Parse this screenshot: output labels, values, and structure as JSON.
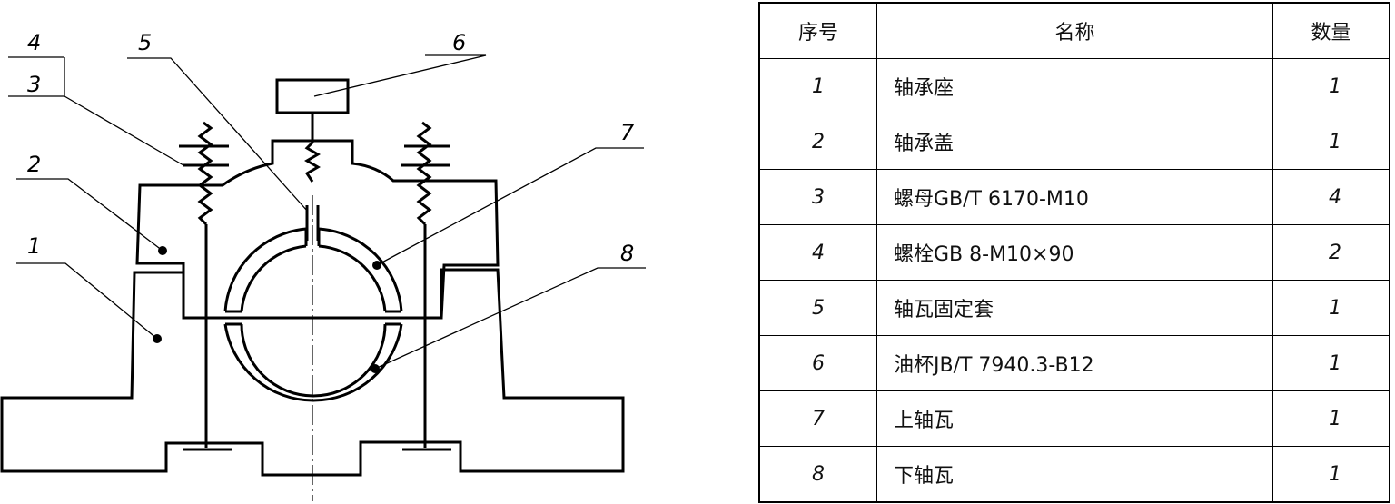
{
  "diagram": {
    "callouts": [
      "1",
      "2",
      "3",
      "4",
      "5",
      "6",
      "7",
      "8"
    ]
  },
  "table": {
    "headers": [
      "序号",
      "名称",
      "数量"
    ],
    "rows": [
      {
        "no": "1",
        "name": "轴承座",
        "qty": "1"
      },
      {
        "no": "2",
        "name": "轴承盖",
        "qty": "1"
      },
      {
        "no": "3",
        "name": "螺母GB/T 6170-M10",
        "qty": "4"
      },
      {
        "no": "4",
        "name": "螺栓GB 8-M10×90",
        "qty": "2"
      },
      {
        "no": "5",
        "name": "轴瓦固定套",
        "qty": "1"
      },
      {
        "no": "6",
        "name": "油杯JB/T 7940.3-B12",
        "qty": "1"
      },
      {
        "no": "7",
        "name": "上轴瓦",
        "qty": "1"
      },
      {
        "no": "8",
        "name": "下轴瓦",
        "qty": "1"
      }
    ]
  }
}
